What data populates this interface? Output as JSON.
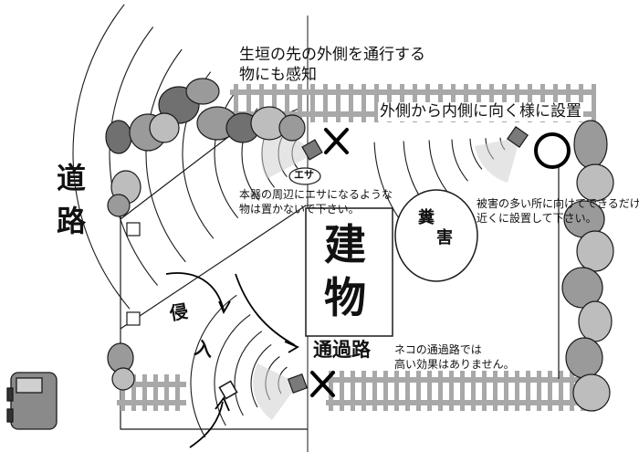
{
  "labels": {
    "road_char1": "道",
    "road_char2": "路",
    "hedge_note_line1": "生垣の先の外側を通行する",
    "hedge_note_line2": "物にも感知",
    "install_note": "外側から内側に向く様に設置",
    "esa_badge": "エサ",
    "esa_note_line1": "本器の周辺にエサになるような",
    "esa_note_line2": "物は置かないで下さい。",
    "building_char1": "建",
    "building_char2": "物",
    "feces_char1": "糞",
    "feces_char2": "害",
    "damage_note_line1": "被害の多い所に向けてできるだけ",
    "damage_note_line2": "近くに設置して下さい。",
    "intrusion_char1": "侵",
    "intrusion_char2": "入",
    "passage_label": "通過路",
    "passage_note_line1": "ネコの通過路では",
    "passage_note_line2": "高い効果はありません。"
  },
  "colors": {
    "line": "#1a1a1a",
    "bush_dark": "#707070",
    "bush_mid": "#9a9a9a",
    "bush_light": "#bdbdbd",
    "fence": "#a8a8a8",
    "device": "#7a7a7a"
  }
}
